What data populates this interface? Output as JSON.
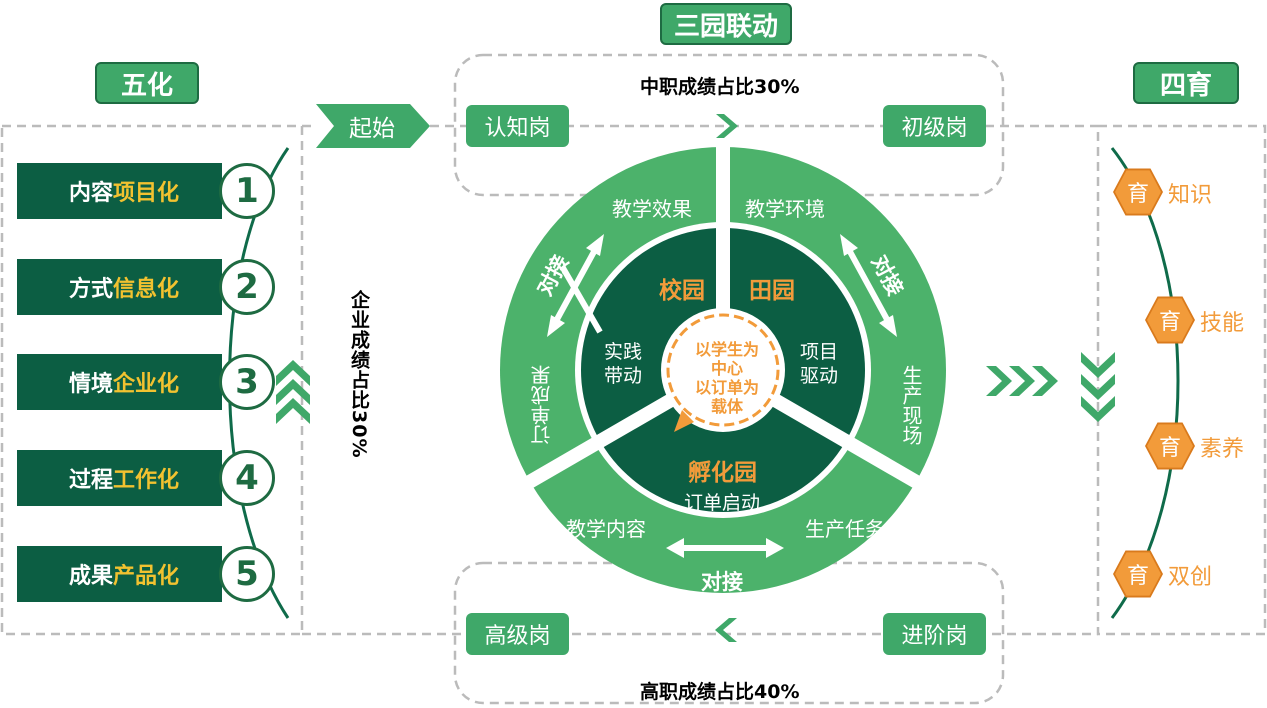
{
  "header": {
    "label": "三园联动"
  },
  "left_title": "五化",
  "right_title": "四育",
  "start_label": "起始",
  "five": [
    {
      "pre": "内容",
      "hl": "项目化",
      "num": "1"
    },
    {
      "pre": "方式",
      "hl": "信息化",
      "num": "2"
    },
    {
      "pre": "情境",
      "hl": "企业化",
      "num": "3"
    },
    {
      "pre": "过程",
      "hl": "工作化",
      "num": "4"
    },
    {
      "pre": "成果",
      "hl": "产品化",
      "num": "5"
    }
  ],
  "four": [
    {
      "hex": "育",
      "label": "知识"
    },
    {
      "hex": "育",
      "label": "技能"
    },
    {
      "hex": "育",
      "label": "素养"
    },
    {
      "hex": "育",
      "label": "双创"
    }
  ],
  "posts": {
    "entry": "认知岗",
    "junior": "初级岗",
    "senior": "高级岗",
    "advanced": "进阶岗"
  },
  "ratios": {
    "mid": "中职成绩占比30%",
    "high": "高职成绩占比40%",
    "enterprise": "企业成绩占比30%"
  },
  "wheel": {
    "outer": [
      "教学效果",
      "教学环境",
      "订单成果",
      "生产现场",
      "教学内容",
      "生产任务"
    ],
    "dock": "对接",
    "garden_school": "校园",
    "garden_field": "田园",
    "garden_incubate": "孵化园",
    "school_sub": [
      "实践",
      "带动"
    ],
    "field_sub": [
      "项目",
      "驱动"
    ],
    "incubate_sub": "订单启动",
    "center": [
      "以学生为",
      "中心",
      "以订单为",
      "载体"
    ]
  },
  "colors": {
    "dark_green": "#0c5e43",
    "mid_green": "#3fa869",
    "light_green": "#4cb26b",
    "gold": "#f2c230",
    "orange": "#f29b3a"
  }
}
